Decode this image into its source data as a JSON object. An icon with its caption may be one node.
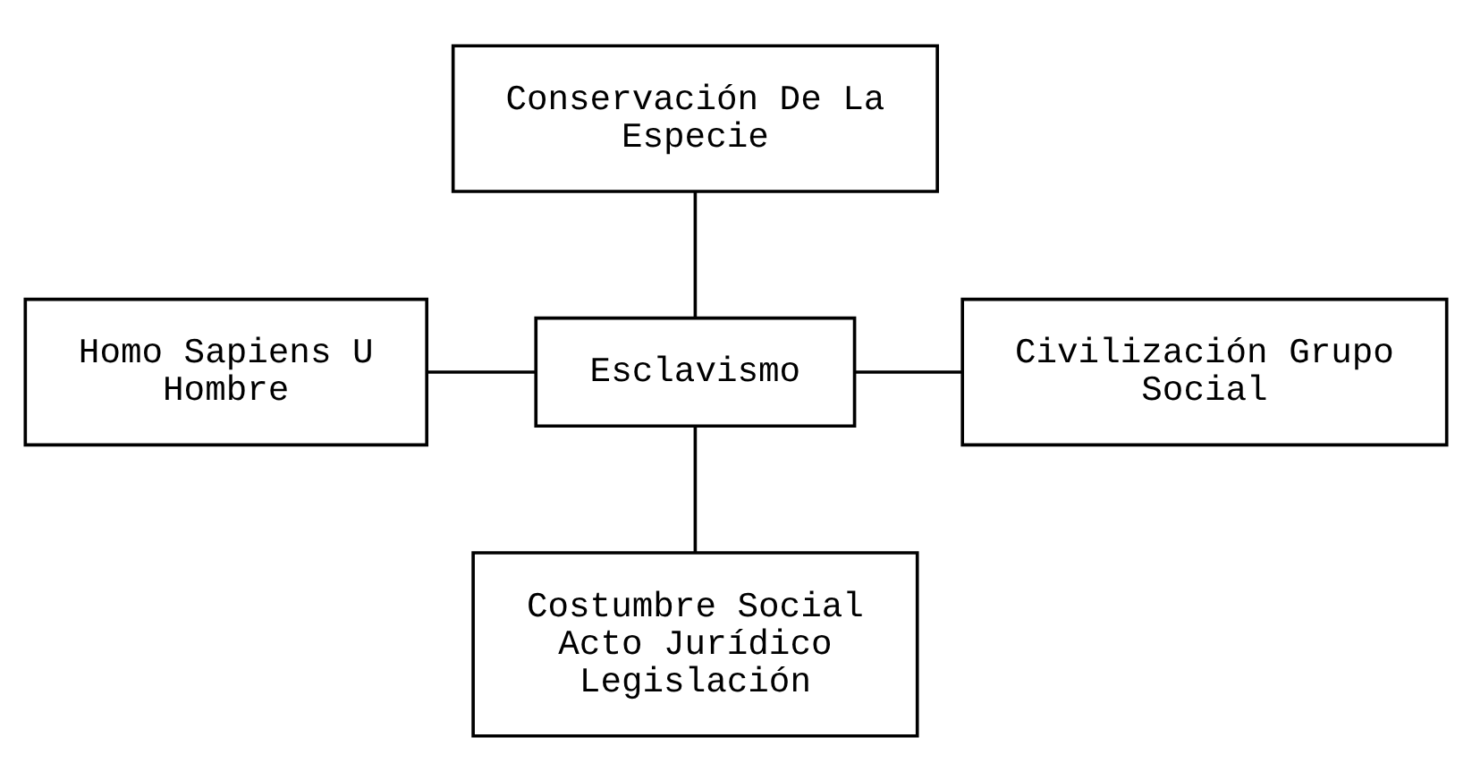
{
  "diagram": {
    "nodes": [
      {
        "text": [
          "Conservación De La Especie"
        ]
      },
      {
        "text": [
          "Homo Sapiens U Hombre"
        ]
      },
      {
        "text": [
          "Esclavismo"
        ]
      },
      {
        "text": [
          "Civilización Grupo Social"
        ]
      },
      {
        "text": [
          "Costumbre Social Acto Jurídico Legislación"
        ]
      }
    ],
    "edges": [
      {
        "from": 0,
        "to": 2,
        "arrow": "none"
      },
      {
        "from": 1,
        "to": 2,
        "arrow": "none"
      },
      {
        "from": 2,
        "to": 3,
        "arrow": "none"
      },
      {
        "from": 2,
        "to": 4,
        "arrow": "none"
      }
    ]
  }
}
